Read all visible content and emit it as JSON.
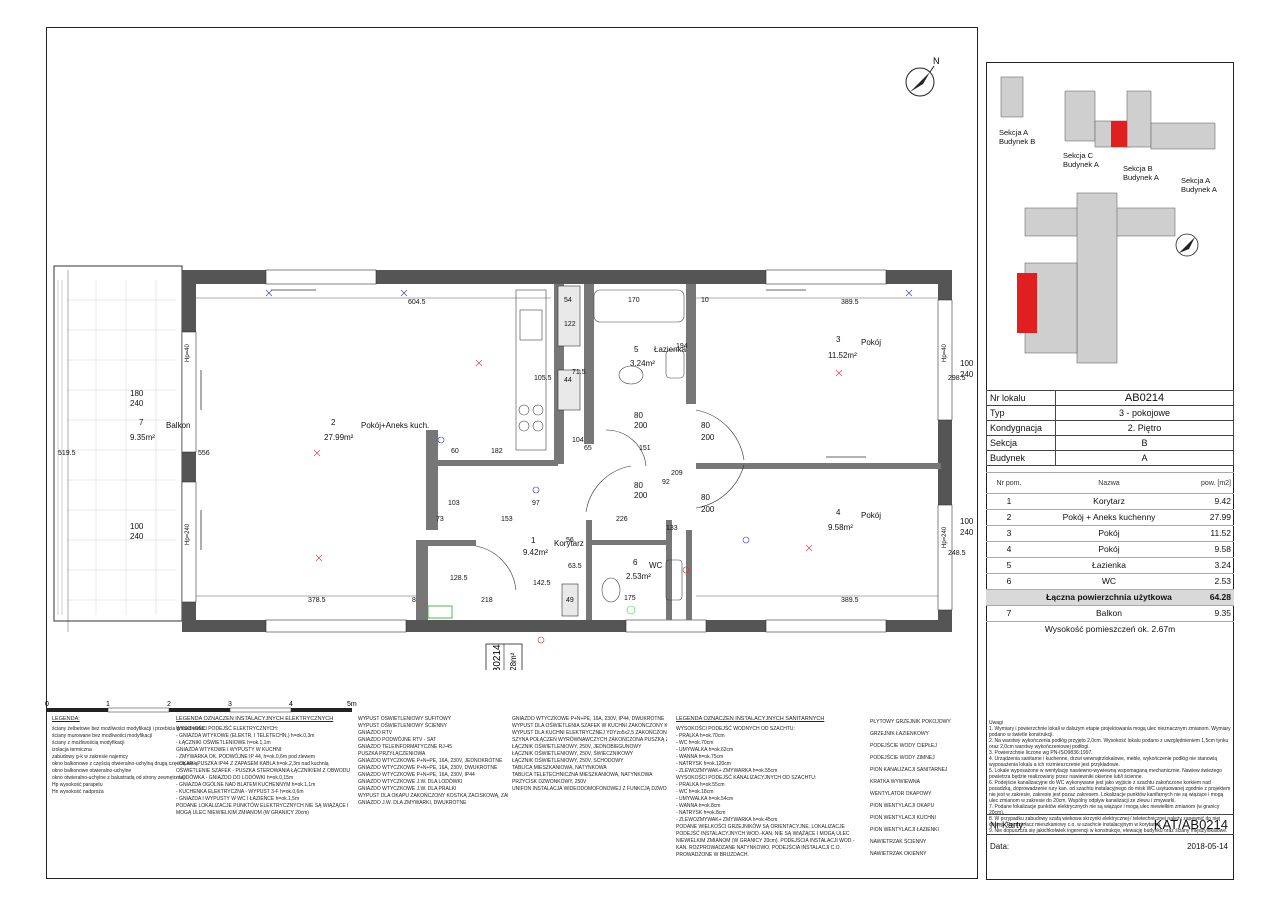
{
  "plan": {
    "id_label": "AB0214",
    "area_label": "64.28m²",
    "rooms": [
      {
        "num": "1",
        "name": "Korytarz",
        "area": "9.42m²"
      },
      {
        "num": "2",
        "name": "Pokój+Aneks kuch.",
        "area": "27.99m²"
      },
      {
        "num": "3",
        "name": "Pokój",
        "area": "11.52m²"
      },
      {
        "num": "4",
        "name": "Pokój",
        "area": "9.58m²"
      },
      {
        "num": "5",
        "name": "Łazienka",
        "area": "3.24m²"
      },
      {
        "num": "6",
        "name": "WC",
        "area": "2.53m²"
      },
      {
        "num": "7",
        "name": "Balkon",
        "area": "9.35m²"
      }
    ],
    "dims": [
      "604.5",
      "389.5",
      "170",
      "378.5",
      "389.5",
      "298.5",
      "248.5",
      "519.5",
      "556",
      "153",
      "73",
      "218",
      "128.5",
      "142.5",
      "97",
      "182",
      "151",
      "226",
      "209",
      "175",
      "103",
      "105.5",
      "104",
      "65",
      "60",
      "56",
      "44",
      "54",
      "122",
      "71.5",
      "63.5",
      "49",
      "133",
      "194",
      "92",
      "8",
      "10"
    ],
    "door_dims": [
      "180",
      "240",
      "100",
      "240",
      "80",
      "200",
      "80",
      "200",
      "80",
      "200",
      "100",
      "240",
      "100",
      "240",
      "80",
      "200"
    ],
    "hp_labels": [
      "Hp=40",
      "Hp=240",
      "Hp=40",
      "Hp=240"
    ],
    "scale": {
      "ticks": [
        "0",
        "1",
        "2",
        "3",
        "4",
        "5m"
      ]
    },
    "compass": "N"
  },
  "key_plan": {
    "labels": [
      "Sekcja A\nBudynek B",
      "Sekcja C\nBudynek A",
      "Sekcja B\nBudynek A",
      "Sekcja A\nBudynek A"
    ],
    "highlight_color": "#e02020"
  },
  "info_table": [
    {
      "k": "Nr lokalu",
      "v": "AB0214"
    },
    {
      "k": "Typ",
      "v": "3 - pokojowe"
    },
    {
      "k": "Kondygnacja",
      "v": "2. Piętro"
    },
    {
      "k": "Sekcja",
      "v": "B"
    },
    {
      "k": "Budynek",
      "v": "A"
    }
  ],
  "rooms_table": {
    "headers": {
      "num": "Nr pom.",
      "name": "Nazwa",
      "area": "pow. [m2]"
    },
    "rows": [
      {
        "n": "1",
        "name": "Korytarz",
        "a": "9.42"
      },
      {
        "n": "2",
        "name": "Pokój + Aneks kuchenny",
        "a": "27.99"
      },
      {
        "n": "3",
        "name": "Pokój",
        "a": "11.52"
      },
      {
        "n": "4",
        "name": "Pokój",
        "a": "9.58"
      },
      {
        "n": "5",
        "name": "Łazienka",
        "a": "3.24"
      },
      {
        "n": "6",
        "name": "WC",
        "a": "2.53"
      }
    ],
    "total": {
      "name": "Łączna powierzchnia użytkowa",
      "a": "64.28"
    },
    "balcony": {
      "n": "7",
      "name": "Balkon",
      "a": "9.35"
    },
    "height_note": "Wysokość pomieszczeń ok. 2.67m"
  },
  "notes": {
    "title": "Uwagi",
    "lines": [
      "1. Wymiary i powierzchnie lokali w dalszym etapie projektowania mogą ulec nieznacznym zmianom. Wymiary podano w świetle konstrukcji.",
      "2. Na warstwy wykończenia podłóg przyjęto 2,0cm. Wysokość lokalu podano z uwzględnieniem 1,5cm tynku oraz 2,0cm warstwy wykończeniowej podłogi.",
      "3. Powierzchnie liczone wg PN-ISO9836:1997.",
      "4. Urządzenia sanitarne i kuchenne, drzwi wewnątrzlokalowe, meble, wykończenie podłóg nie stanowią wyposażenia lokalu a ich rozmieszczenie jest przykładowe.",
      "5. Lokale wyposażone w wentylację nawiewno-wywiewną wspomaganą mechanicznie. Nawiew świeżego powietrza będzie realizowany przez nawiewniki okienne lub/i ścienne.",
      "6. Podejście kanalizacyjne do WC wykonywane jest jako wyjście z szachtu zakończone korkiem nad posadzką, doprowadzenie rury kan. od szachtu instalacyjnego do misk WC usytuowanej zgodnie z projektem nie jest w zakresie, zakresie jest pozaz zakresem. Lokalizacje punktów kanifarnych nie są wiążące i mogą ulec zmianom w zakresie do 20cm. Wspólny odpływ kanalizacji ze zlewu i zmywarki.",
      "7. Podane lokalizacje punktów elektrycznych nie są wiążące i mogą ulec niewielkim zmianom (w granicy 20cm).",
      "8. W przypadku zabudowy szafą wiekowa skrzynki elektrycznej / teletechnicznej należy zapewnić do niej dostęp. Rozdzielacz mieszkaniowy c.o. w szachcie instalacyjnym w korytarzu.",
      "9. Nie dopuszcza się jakichkolwiek ingerencji w konstrukcje, elewację budynku oraz ściany międzylokalowe."
    ]
  },
  "karta": {
    "label": "Nr Karty:",
    "value": "KAT/AB0214"
  },
  "data_field": {
    "label": "Data:",
    "value": "2018-05-14"
  },
  "legend": {
    "walls": {
      "title": "LEGENDA:",
      "items": [
        "ściany żelbetowe bez możliwości modyfikacji i przebicia gniazd elektr.",
        "ściany murowane bez możliwości modyfikacji",
        "ściany z możliwością modyfikacji",
        "izolacja termiczna",
        "zabudowy g-k w zakresie najemcy",
        "okno balkonowe z częścią otwieralno-uchylną drugą częścią stałą",
        "okno balkonowe otwieralno-uchylne",
        "okno otwieralno-uchylne z balustradą od strony zewnętrznej",
        "wysokość parapetu",
        "wysokość nadproża"
      ],
      "abbr": [
        "Hp",
        "Hn"
      ]
    },
    "electrical": {
      "title": "LEGENDA OZNACZEŃ INSTALACYJNYCH ELEKTRYCZNYCH",
      "items": [
        "WYSOKOŚCI PODEJŚĆ ELEKTRYCZNYCH:",
        "- GNIAZDA WTYKOWE (ELEKTR. I TELETECHN.) h=ok.0,3m",
        "- ŁĄCZNIKI OŚWIETLENIOWE h=ok.1,1m",
        "GNIAZDA WTYKOWE I WYPUSTY W KUCHNI:",
        "- ZMYWARKA OK. PODWÓJNE IP 44, h=ok.0,6m pod zlewem",
        "- OKAP - PUSZKA IP44 Z ZAPASEM KABLA h=ok.2,3m nad kuchnią",
        "OŚWIETLENIE SZAFEK - PUSZKA STEROWANIA ŁĄCZNIKIEM Z OBWODU OŚWIETLENIOWEGO",
        "- LODÓWKA - GNIAZDO DO LODÓWKI h=ok.0,15m",
        "- GNIAZDA OGÓLNE NAD BLATEM KUCHENNYM h=ok.1,1m",
        "- KUCHENKA ELEKTRYCZNA - WYPUST 3-F h=ok.0,6m",
        "- GNIAZDA I WYPUSTY W WC I ŁAZIENCE h=ok.1,5m",
        "PODANE LOKALIZACJE PUNKTÓW ELEKTRYCZNYCH NIE SĄ WIĄŻĄCE I MOGĄ ULEC NIEWIELKIM ZMIANOM (W GRANICY 20cm)"
      ]
    },
    "symbols1": [
      "WYPUST OŚWIETLENIOWY SUFITOWY",
      "WYPUST OŚWIETLENIOWY ŚCIENNY",
      "GNIAZDO RTV",
      "GNIAZDO PODWÓJNE RTV - SAT",
      "GNIAZDO TELEINFORMATYCZNE RJ-45",
      "PUSZKA PRZYŁĄCZENIOWA",
      "GNIAZDO WTYCZKOWE P+N+PE, 16A, 230V, JEDNOKROTNE",
      "GNIAZDO WTYCZKOWE P+N+PE, 16A, 230V, DWUKROTNE",
      "GNIAZDO WTYCZKOWE P+N+PE, 16A, 230V, IP44",
      "GNIAZDO WTYCZKOWE J.W. DLA LODÓWKI",
      "GNIAZDO WTYCZKOWE J.W. DLA PRALKI",
      "WYPUST DLA OKAPU ZAKOŃCZONY KOSTKĄ ZACISKOWĄ, ZAMONTOWANĄ W PUSZCE",
      "GNIAZDO J.W. DLA ZMYWARKI, DWUKROTNE"
    ],
    "symbols2": [
      "GNIAZDO WTYCZKOWE P+N+PE, 16A, 230V, IP44, DWUKROTNE",
      "WYPUST DLA OŚWIETLENIA SZAFEK W KUCHNI ZAKOŃCZONY KOSTKĄ ZACISKOWĄ ZAMONTOWANĄ W PUSZCE",
      "WYPUST DLA KUCHNI ELEKTRYCZNEJ YDYżo5x2,5 ZAKOŃCZONY PUSZKĄ Z ZACISKAMI",
      "SZYNA POŁĄCZEŃ WYRÓWNAWCZYCH ZAKOŃCZONA PUSZKĄ Z LISTWĄ",
      "ŁĄCZNIK OŚWIETLENIOWY, 250V, JEDNOBIEGUNOWY",
      "ŁĄCZNIK OŚWIETLENIOWY, 250V, ŚWIECZNIKOWY",
      "ŁĄCZNIK OŚWIETLENIOWY, 250V, SCHODOWY",
      "TABLICA MIESZKANIOWA, NATYNKOWA",
      "TABLICA TELETECHNICZNA MIESZKANIOWA, NATYNKOWA",
      "PRZYCISK DZWONKOWY, 250V",
      "UNIFON INSTALACJA WIDEODOMOFONOWEJ Z FUNKCJĄ DZWONKA (W) INSTALACJA TELETECHNICZNEJ BUDYNKU"
    ],
    "sanitary": {
      "title": "LEGENDA OZNACZEŃ INSTALACYJNYCH SANITARNYCH",
      "items": [
        "WYSOKOŚCI PODEJŚĆ WODNYCH OD SZACHTU:",
        "- PRALKA h=ok.70cm",
        "- WC h=ok.70cm",
        "- UMYWALKA h=ok.62cm",
        "- WANNA h=ok.75cm",
        "- NATRYSK h=ok.120cm",
        "- ZLEWOZMYWAK+ ZMYWARKA h=ok.55cm",
        "WYSOKOŚCI PODEJŚĆ KANALIZACYJNYCH OD SZACHTU:",
        "- PRALKA h=ok.55cm",
        "- WC h=ok.18cm",
        "- UMYWALKA h=ok.54cm",
        "- WANNA h=ok.8cm",
        "- NATRYSK h=ok.8cm",
        "- ZLEWOZMYWAK+ ZMYWARKA h=ok.45cm",
        "PODANE WIELKOŚCI GRZEJNIKÓW SĄ ORIENTACYJNE. LOKALIZACJE PODEJŚĆ INSTALACYJNYCH WOD.-KAN. NIE SĄ WIĄŻĄCE I MOGĄ ULEC NIEWIELKIM ZMIANOM (W GRANICY 20cm). PODEJŚCIA INSTALACJI WOD.-KAN. ROZPROWADZANE NATYNKOWO. PODEJŚCIA INSTALACJI C.O. PROWADZONE W BRUZDACH."
      ]
    },
    "symbols3": [
      "PŁYTOWY GRZEJNIK POKOJOWY",
      "GRZEJNIK ŁAZIENKOWY",
      "PODEJŚCIE WODY CIEPŁEJ",
      "PODEJŚCIE WODY ZIMNEJ",
      "PION KANALIZACJI SANITARNEJ",
      "KRATKA WYWIEWNA",
      "WENTYLATOR OKAPOWY",
      "PION WENTYLACJI OKAPU",
      "PION WENTYLACJI KUCHNI",
      "PION WENTYLACJI ŁAZIENKI",
      "NAWIETRZAK ŚCIENNY",
      "NAWIETRZAK OKIENNY"
    ]
  }
}
